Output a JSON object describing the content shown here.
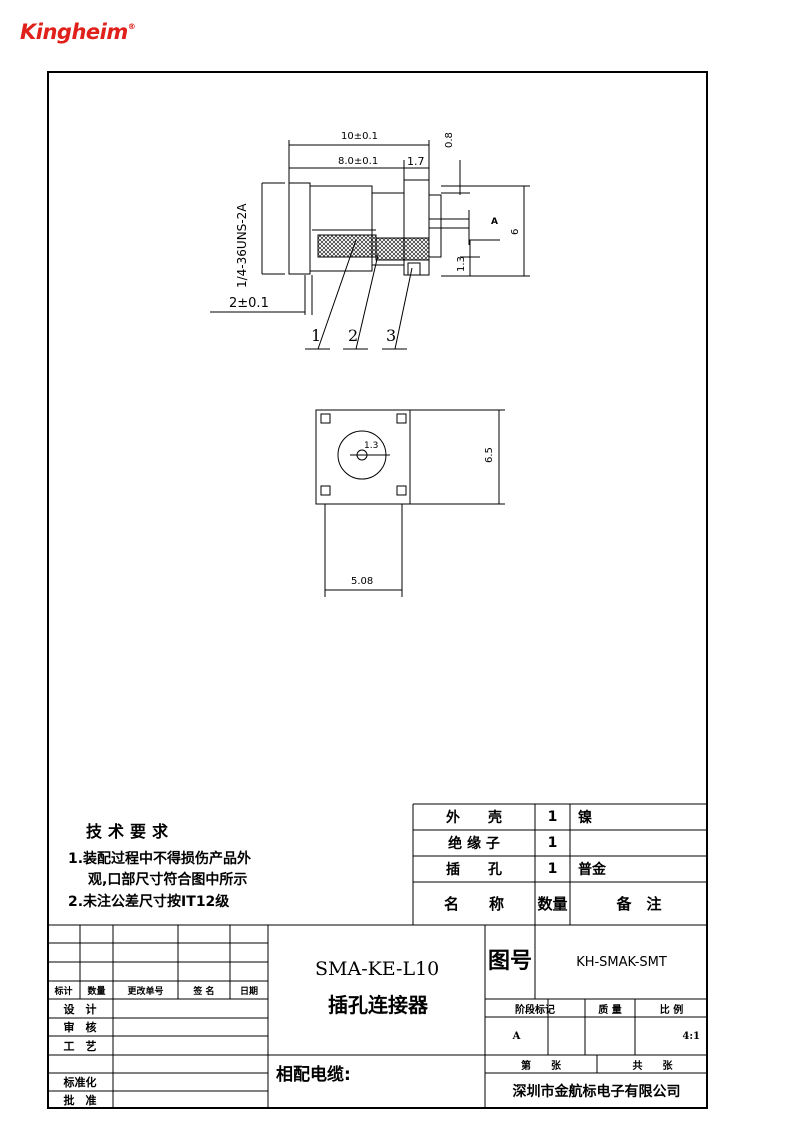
{
  "brand": {
    "name": "Kingheim",
    "mark": "®"
  },
  "drawing": {
    "dims": {
      "d_10": "10±0.1",
      "d_8": "8.0±0.1",
      "d_17": "1.7",
      "d_08": "0.8",
      "d_thread": "1/4-36UNS-2A",
      "d_A": "A",
      "d_6": "6",
      "d_13": "1.3",
      "d_2": "2±0.1",
      "d_13b": "1.3",
      "d_65": "6.5",
      "d_508": "5.08"
    },
    "callouts": [
      "1",
      "2",
      "3"
    ]
  },
  "tech": {
    "title": "技术要求",
    "line1": "1.装配过程中不得损伤产品外",
    "line1b": "观,口部尺寸符合图中所示",
    "line2": "2.未注公差尺寸按IT12级"
  },
  "bom": {
    "rows": [
      {
        "name": "外　　壳",
        "qty": "1",
        "note": "镍"
      },
      {
        "name": "绝 缘 子",
        "qty": "1",
        "note": ""
      },
      {
        "name": "插　　孔",
        "qty": "1",
        "note": "普金"
      }
    ],
    "header": {
      "name": "名　　称",
      "qty": "数量",
      "note": "备　注"
    }
  },
  "title_block": {
    "rev_headers": [
      "标计",
      "数量",
      "更改单号",
      "签 名",
      "日期"
    ],
    "roles": [
      "设　计",
      "审　核",
      "工　艺",
      "",
      "标准化",
      "批　准"
    ],
    "model": "SMA-KE-L10",
    "product": "插孔连接器",
    "cable_label": "相配电缆:",
    "drawing_no_label": "图号",
    "drawing_no": "KH-SMAK-SMT",
    "stage_label": "阶段标记",
    "weight_label": "质 量",
    "scale_label": "比 例",
    "stage": "A",
    "scale": "4:1",
    "sheet_label": "第　　张",
    "total_label": "共　　张",
    "company": "深圳市金航标电子有限公司"
  }
}
